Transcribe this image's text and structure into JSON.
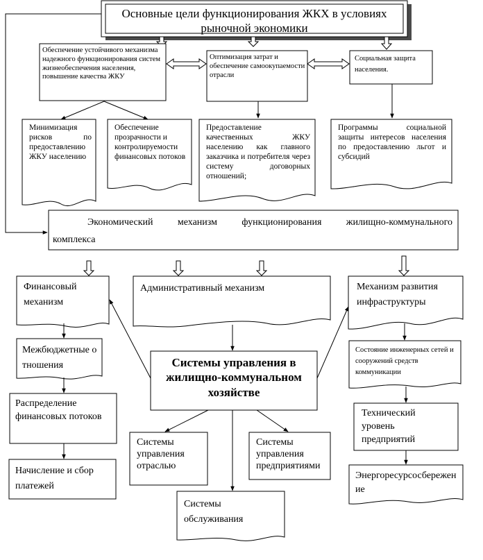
{
  "diagram": {
    "title": "Основные цели функционирования ЖКХ в условиях рыночной экономики",
    "goals": {
      "reliability": "Обеспечение устойчивого механизма надежного функционирования систем жизнеобеспечения населения, повышение качества ЖКУ",
      "cost_optimization": "Оптимизация затрат и обеспечение самоокупаемости отрасли",
      "social_protection": "Социальная защита населения."
    },
    "subgoals": {
      "risk_minimization": "Минимизация рисков по предоставлению ЖКУ населению",
      "transparency": "Обеспечение прозрачности и контролируемости финансовых потоков",
      "quality_services": "Предоставление качественных ЖКУ населению как главного заказчика и потребителя через систему договорных отношений;",
      "social_programs": "Программы социальной защиты интересов населения по предоставлению льгот и субсидий"
    },
    "economic_mechanism": "Экономический механизм функционирования жилищно-коммунального комплекса",
    "mechanisms": {
      "financial": "Финансовый механизм",
      "administrative": "Административный механизм",
      "infrastructure": "Механизм развития инфраструктуры"
    },
    "financial_chain": {
      "interbudget": "Межбюджетные отношения",
      "distribution": "Распределение финансовых потоков",
      "payments": "Начисление и сбор платежей"
    },
    "management_systems": "Системы управления в жилищно-коммунальном хозяйстве",
    "management_children": {
      "industry": "Системы управления отраслью",
      "enterprises": "Системы управления предприятиями",
      "service": "Системы обслуживания"
    },
    "infrastructure_chain": {
      "networks_state": "Состояние инженерных сетей и сооружений средств коммуникации",
      "tech_level": "Технический уровень предприятий",
      "energy_saving": "Энергоресурсосбережение"
    }
  }
}
